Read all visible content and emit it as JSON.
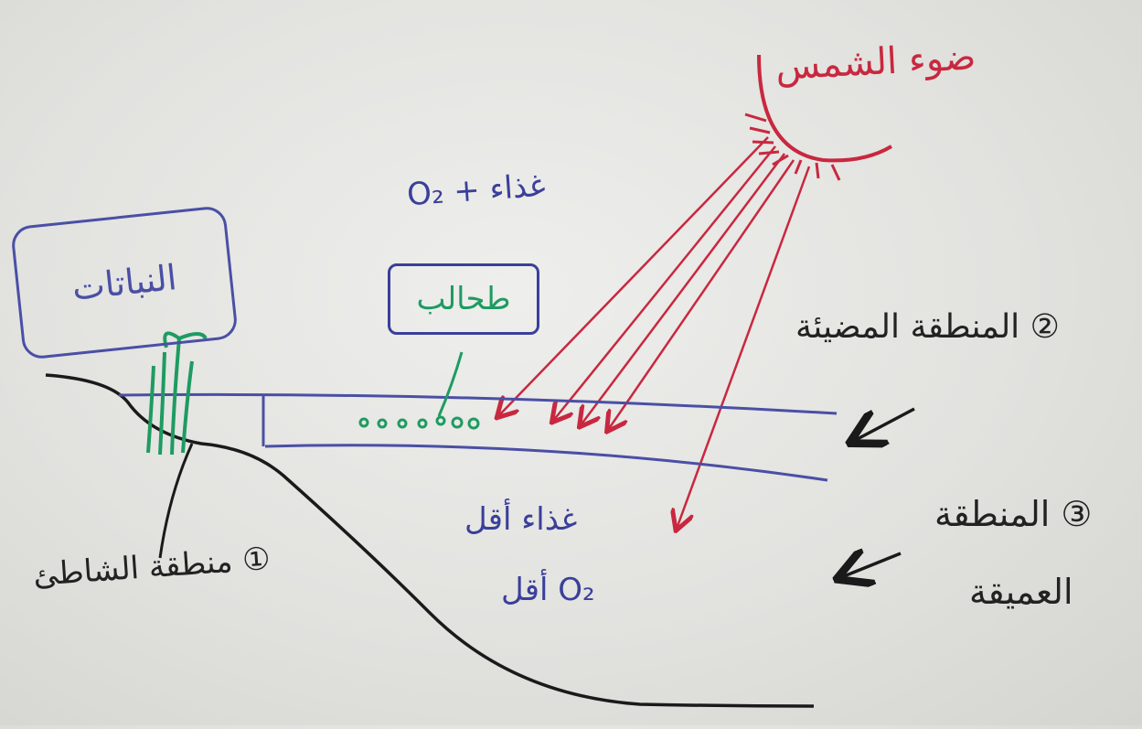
{
  "sunlight": "ضوء الشمس",
  "food_plus_o2": "O₂ + غذاء",
  "algae": "طحالب",
  "plants": "النباتات",
  "zone_2": "② المنطقة المضيئة",
  "zone_3_line1": "③ المنطقة",
  "zone_3_line2": "العميقة",
  "zone_1": "① منطقة الشاطئ",
  "less_food": "غذاء أقل",
  "less_o2": "O₂ أقل",
  "colors": {
    "sun": "#c8283f",
    "water": "#4a4fa5",
    "algae": "#1e9b62",
    "ink": "#1a1a1a"
  }
}
